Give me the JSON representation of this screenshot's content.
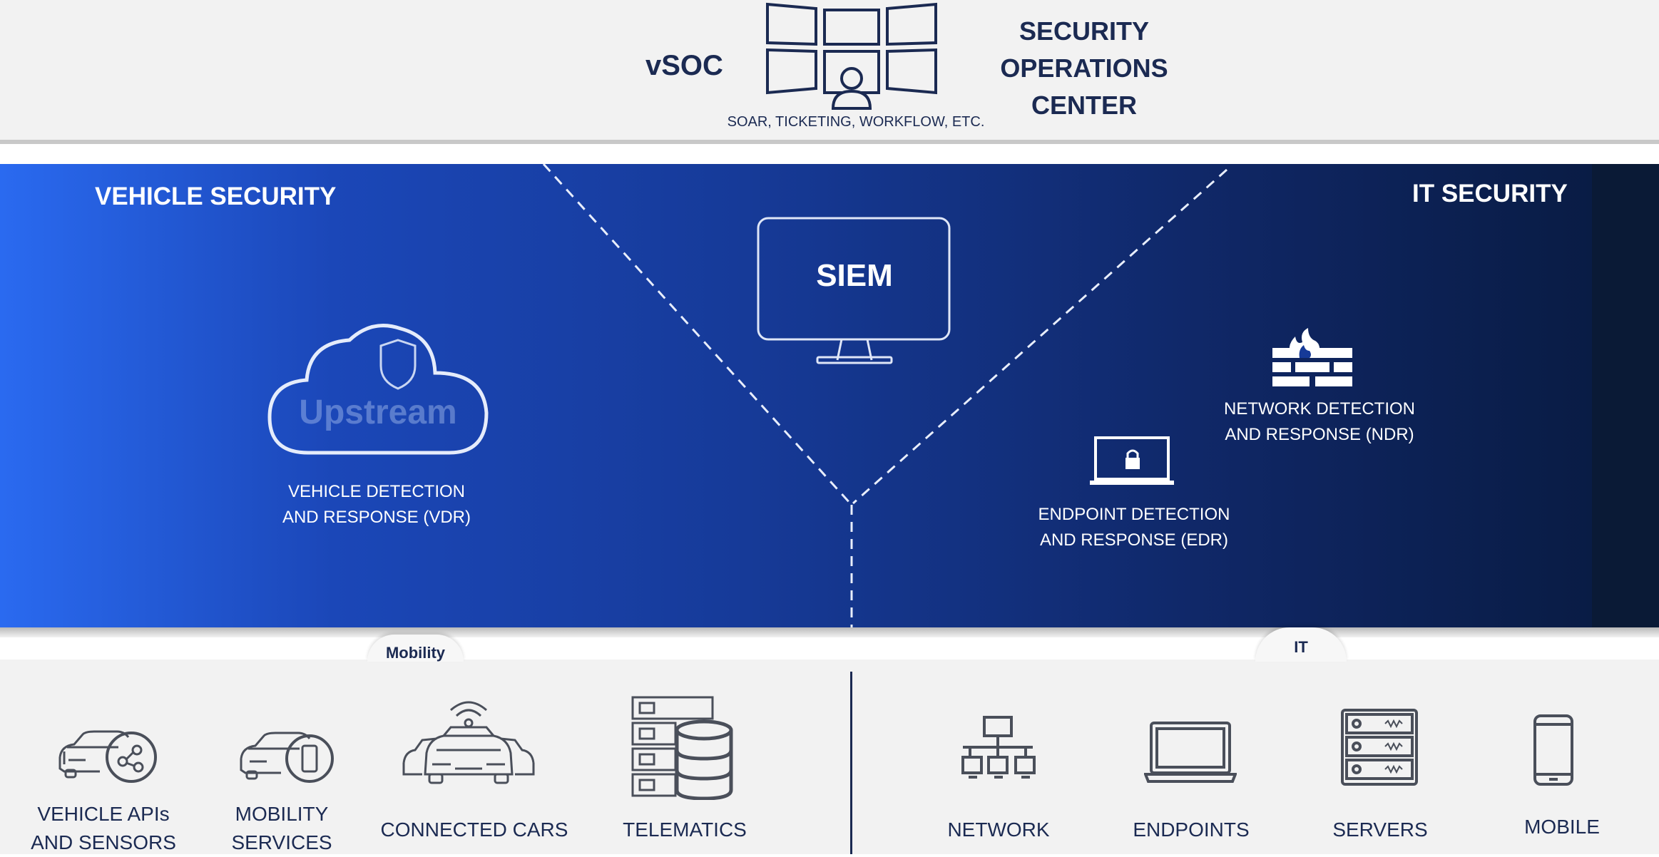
{
  "header": {
    "vsoc_label": "vSOC",
    "soc_title": "SECURITY\nOPERATIONS\nCENTER",
    "soc_subtitle": "SOAR, TICKETING, WORKFLOW, ETC.",
    "soc_icon": "monitor-wall-operator-icon"
  },
  "band": {
    "left_title": "VEHICLE SECURITY",
    "right_title": "IT SECURITY",
    "siem_label": "SIEM",
    "cloud_brand": "Upstream",
    "vdr_label": "VEHICLE DETECTION\nAND RESPONSE (VDR)",
    "ndr_label": "NETWORK DETECTION\nAND RESPONSE (NDR)",
    "edr_label": "ENDPOINT DETECTION\nAND RESPONSE (EDR)",
    "icons": {
      "cloud": "cloud-shield-icon",
      "siem": "monitor-icon",
      "ndr": "firewall-icon",
      "edr": "laptop-lock-icon"
    }
  },
  "bottom": {
    "mobility_tab": "Mobility",
    "it_tab": "IT",
    "items": [
      {
        "label": "VEHICLE APIs\nAND SENSORS",
        "icon": "car-api-icon"
      },
      {
        "label": "MOBILITY\nSERVICES",
        "icon": "car-phone-icon"
      },
      {
        "label": "CONNECTED CARS",
        "icon": "connected-cars-icon"
      },
      {
        "label": "TELEMATICS",
        "icon": "database-server-icon"
      },
      {
        "label": "NETWORK",
        "icon": "network-icon"
      },
      {
        "label": "ENDPOINTS",
        "icon": "laptop-icon"
      },
      {
        "label": "SERVERS",
        "icon": "server-rack-icon"
      },
      {
        "label": "MOBILE",
        "icon": "smartphone-icon"
      }
    ]
  },
  "colors": {
    "navy_text": "#1b2a52",
    "band_start": "#2a6af0",
    "band_end": "#081a3f",
    "icon_gray": "#4a4f5a"
  }
}
